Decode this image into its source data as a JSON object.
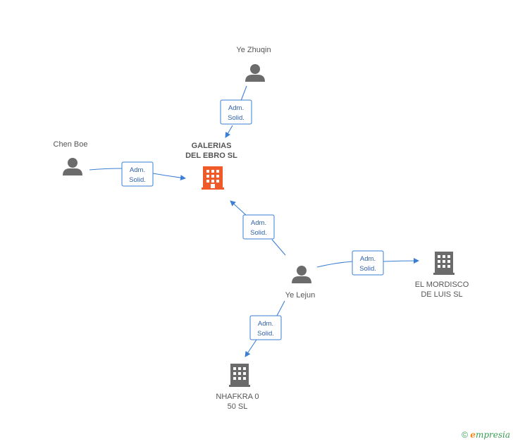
{
  "nodes": {
    "ye_zhuqin": {
      "label": "Ye Zhuqin",
      "kind": "person"
    },
    "chen_boe": {
      "label": "Chen Boe",
      "kind": "person"
    },
    "galerias": {
      "label_line1": "GALERIAS",
      "label_line2": "DEL EBRO SL",
      "kind": "company-main"
    },
    "ye_lejun": {
      "label": "Ye Lejun",
      "kind": "person"
    },
    "el_mordisco": {
      "label_line1": "EL MORDISCO",
      "label_line2": "DE LUIS SL",
      "kind": "company"
    },
    "nhafkra": {
      "label_line1": "NHAFKRA 0",
      "label_line2": "50 SL",
      "kind": "company"
    }
  },
  "edge_label": {
    "line1": "Adm.",
    "line2": "Solid."
  },
  "edges": [
    {
      "from": "ye_zhuqin",
      "to": "galerias"
    },
    {
      "from": "chen_boe",
      "to": "galerias"
    },
    {
      "from": "ye_lejun",
      "to": "galerias"
    },
    {
      "from": "ye_lejun",
      "to": "el_mordisco"
    },
    {
      "from": "ye_lejun",
      "to": "nhafkra"
    }
  ],
  "colors": {
    "accent": "#3a7fd5",
    "main_company": "#f05a28",
    "company": "#6b6b6b",
    "person": "#6b6b6b"
  },
  "footer": {
    "copyright": "©",
    "brand_e": "e",
    "brand_rest": "mpresia"
  }
}
